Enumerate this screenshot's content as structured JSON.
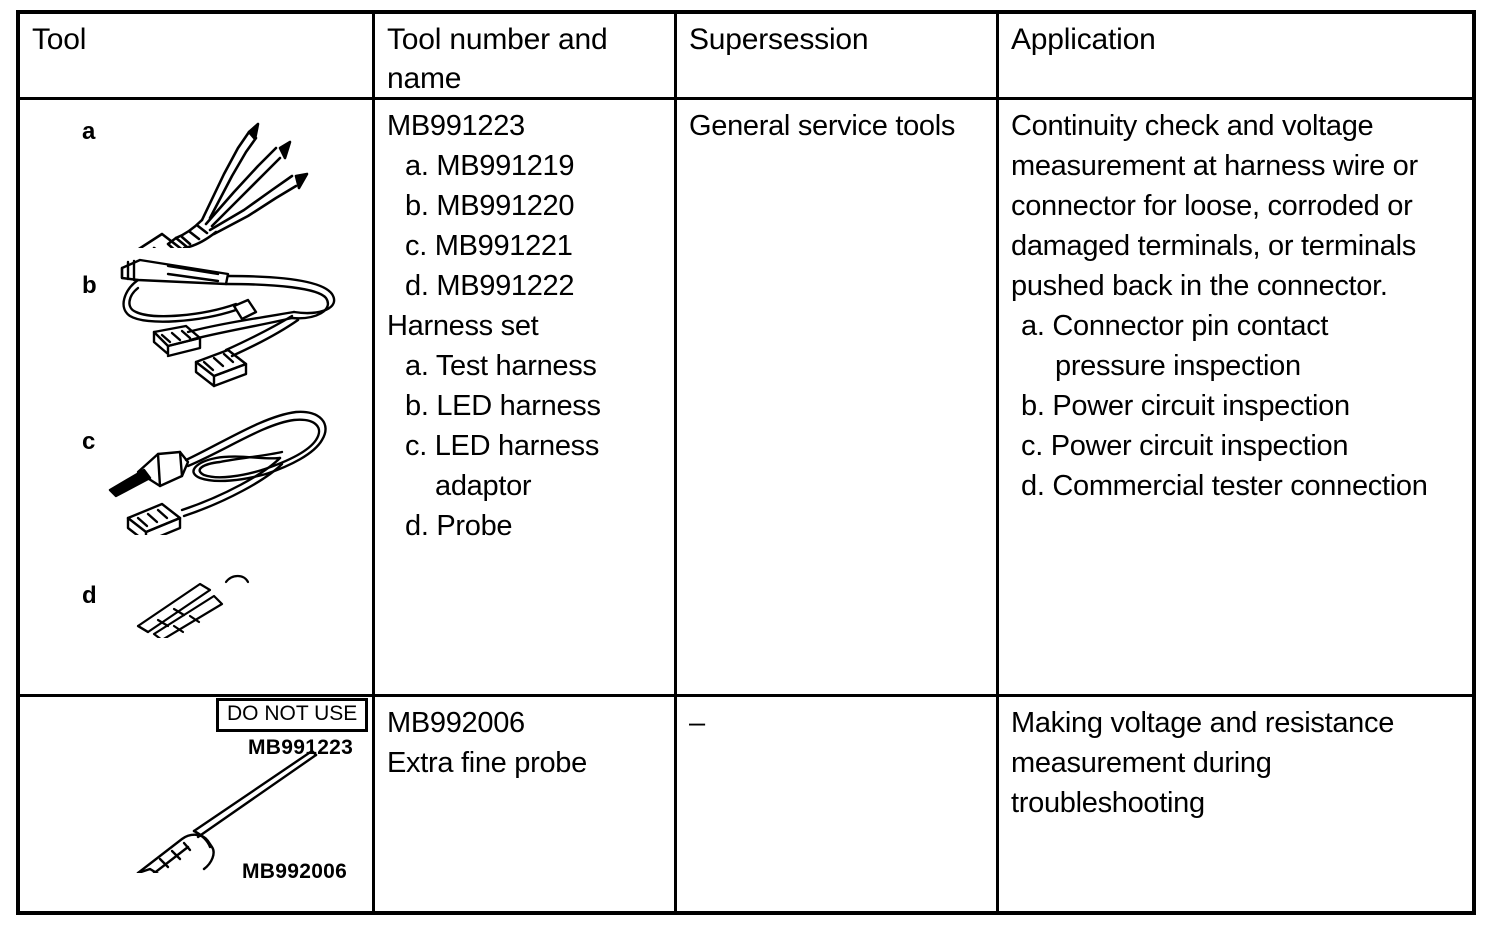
{
  "table": {
    "headers": {
      "tool": "Tool",
      "tool_number_and_name": "Tool number and name",
      "supersession": "Supersession",
      "application": "Application"
    },
    "rows": [
      {
        "tool_figures": {
          "letters": [
            "a",
            "b",
            "c",
            "d"
          ],
          "do_not_use_label": "DO NOT USE",
          "part_caption": "MB991223",
          "figure_names": [
            "test-harness-illustration",
            "led-harness-illustration",
            "led-harness-adaptor-illustration",
            "probe-illustration"
          ]
        },
        "tool_number_and_name": {
          "main_number": "MB991223",
          "sub_numbers": [
            "a. MB991219",
            "b. MB991220",
            "c. MB991221",
            "d. MB991222"
          ],
          "set_name": "Harness set",
          "sub_names": [
            "a. Test harness",
            "b. LED harness",
            "c. LED harness",
            "adaptor",
            "d. Probe"
          ]
        },
        "supersession": "General service tools",
        "application": {
          "description": "Continuity check and voltage measurement at harness wire or connector for loose, corroded or damaged terminals, or terminals pushed back in the connector.",
          "items": [
            "a. Connector pin contact",
            "pressure inspection",
            "b. Power circuit inspection",
            "c. Power circuit inspection",
            "d. Commercial tester connection"
          ]
        }
      },
      {
        "tool_figures": {
          "part_caption": "MB992006",
          "figure_names": [
            "extra-fine-probe-illustration"
          ]
        },
        "tool_number_and_name": {
          "main_number": "MB992006",
          "set_name": "Extra fine probe"
        },
        "supersession": "–",
        "application": {
          "description": "Making voltage and resistance measurement during troubleshooting"
        }
      }
    ]
  },
  "colors": {
    "ink": "#000000",
    "paper": "#ffffff"
  }
}
